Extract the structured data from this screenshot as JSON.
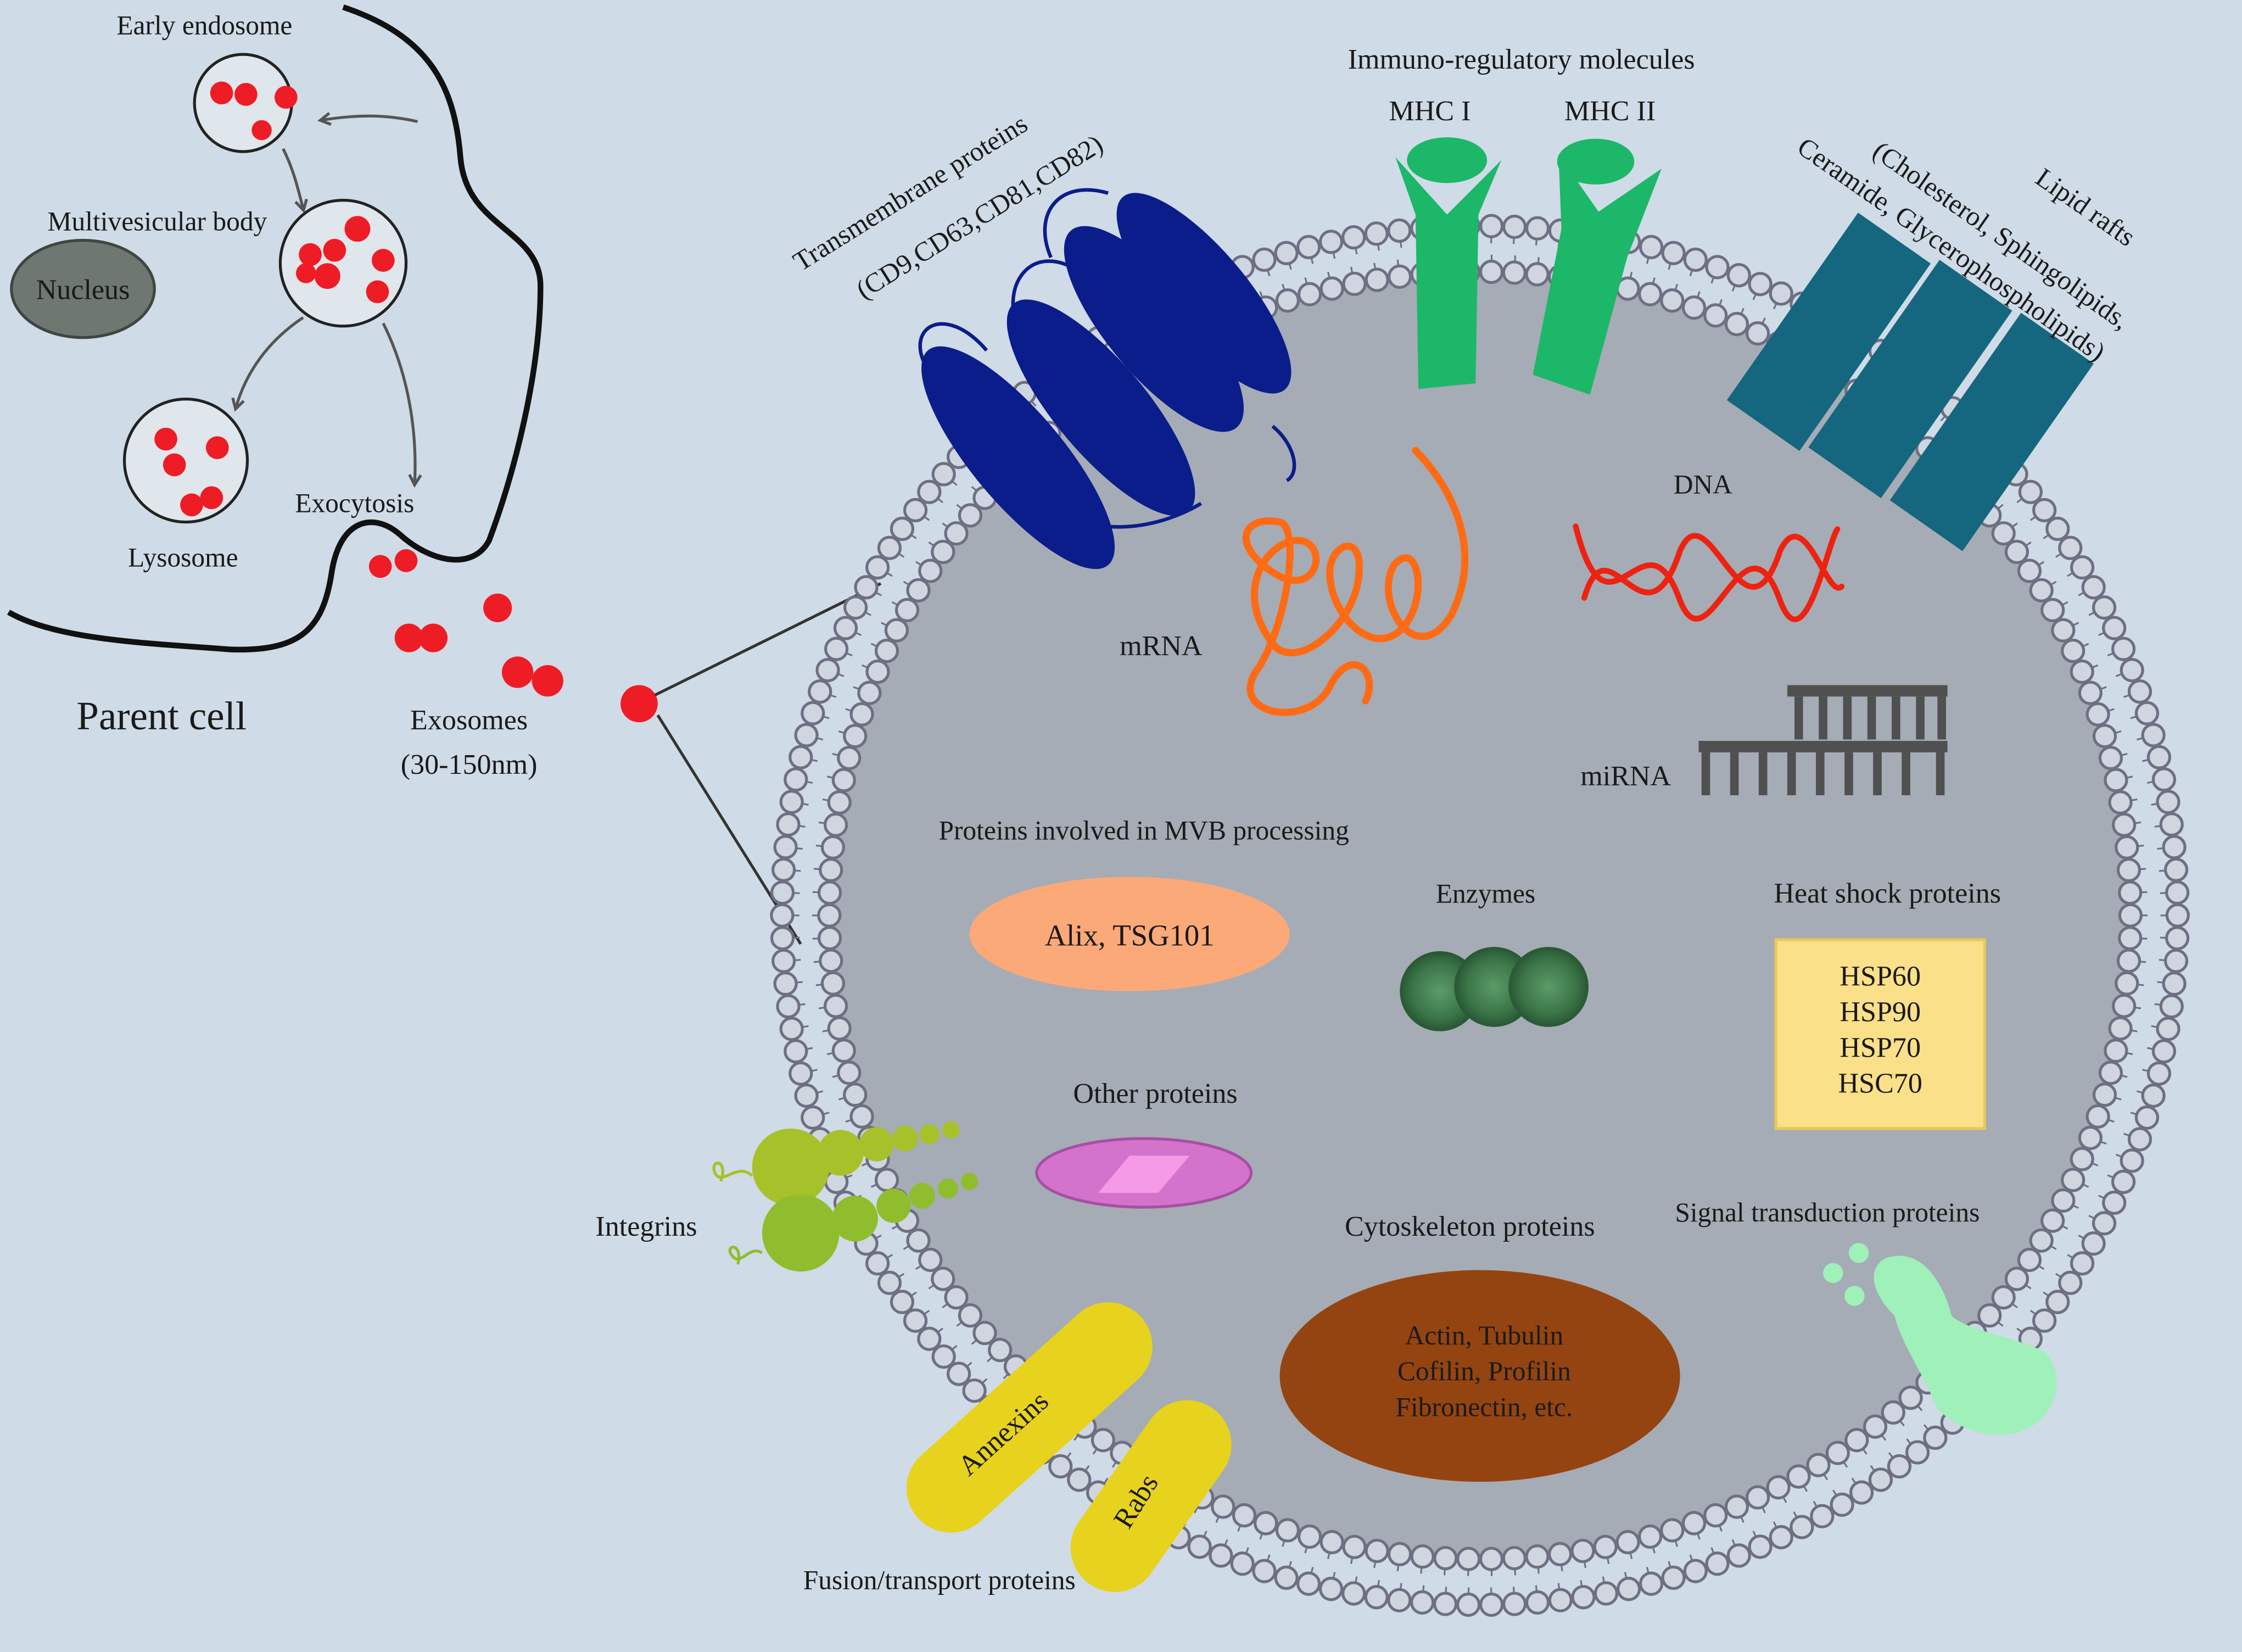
{
  "colors": {
    "background": "#cfdbe6",
    "exosome_interior": "#a5acb5",
    "bilayer_head": "#cfd6e0",
    "bilayer_head_stroke": "#6f6f82",
    "vesicle_red": "#ee1c25",
    "tetraspanin": "#0b1d8a",
    "mhc": "#1db76a",
    "lipid_raft": "#15667f",
    "mrna": "#ff6a13",
    "dna": "#ee2210",
    "mirna": "#505050",
    "mvb_protein": "#fba978",
    "enzyme": "#3d7a4a",
    "hsp_box": "#fbe08a",
    "other_protein": "#d373cc",
    "integrin": "#a7c12a",
    "annexin": "#e7d21d",
    "cytoskeleton": "#944411",
    "signal_protein": "#9ff0b9",
    "nucleus": "#6e7770"
  },
  "parent_cell": {
    "early_endosome": "Early endosome",
    "mvb": "Multivesicular body",
    "nucleus": "Nucleus",
    "lysosome": "Lysosome",
    "exocytosis": "Exocytosis",
    "parent_cell": "Parent cell",
    "exosomes": "Exosomes",
    "exosome_size": "(30-150nm)"
  },
  "exosome": {
    "transmembrane_line1": "Transmembrane proteins",
    "transmembrane_line2": "(CD9,CD63,CD81,CD82)",
    "immuno_title": "Immuno-regulatory molecules",
    "mhc1": "MHC I",
    "mhc2": "MHC II",
    "lipid_rafts": "Lipid rafts",
    "lipid_line2": "(Cholesterol, Sphingolipids,",
    "lipid_line3": "Ceramide, Glycerophospholipids)",
    "dna": "DNA",
    "mrna": "mRNA",
    "mirna": "miRNA",
    "mvb_proteins": "Proteins involved in MVB processing",
    "alix": "Alix, TSG101",
    "enzymes": "Enzymes",
    "hsp_title": "Heat shock proteins",
    "hsp_items": [
      "HSP60",
      "HSP90",
      "HSP70",
      "HSC70"
    ],
    "other_proteins": "Other proteins",
    "integrins": "Integrins",
    "cytoskeleton_title": "Cytoskeleton proteins",
    "cytoskeleton_items": [
      "Actin, Tubulin",
      "Cofilin, Profilin",
      "Fibronectin, etc."
    ],
    "signal_transduction": "Signal transduction proteins",
    "annexins": "Annexins",
    "rabs": "Rabs",
    "fusion_transport": "Fusion/transport proteins"
  }
}
